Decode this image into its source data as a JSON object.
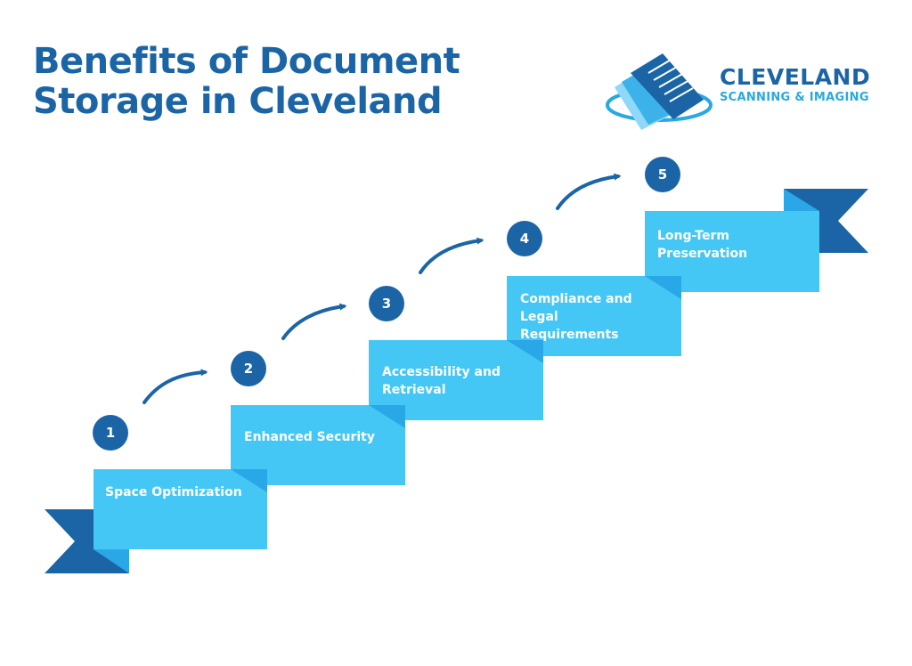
{
  "header": {
    "title_line1": "Benefits of Document",
    "title_line2": "Storage in Cleveland"
  },
  "brand": {
    "name": "CLEVELAND",
    "tagline": "SCANNING & IMAGING",
    "logo_icon": "document-stack-icon"
  },
  "steps": [
    {
      "number": "1",
      "label": "Space Optimization"
    },
    {
      "number": "2",
      "label": "Enhanced Security"
    },
    {
      "number": "3",
      "label": "Accessibility and Retrieval"
    },
    {
      "number": "4",
      "label": "Compliance and Legal Requirements"
    },
    {
      "number": "5",
      "label": "Long-Term Preservation"
    }
  ],
  "colors": {
    "primary_blue": "#1b65a6",
    "light_blue": "#45c7f5",
    "fold_blue": "#2aa7e6",
    "brand_accent": "#29a9e0"
  }
}
